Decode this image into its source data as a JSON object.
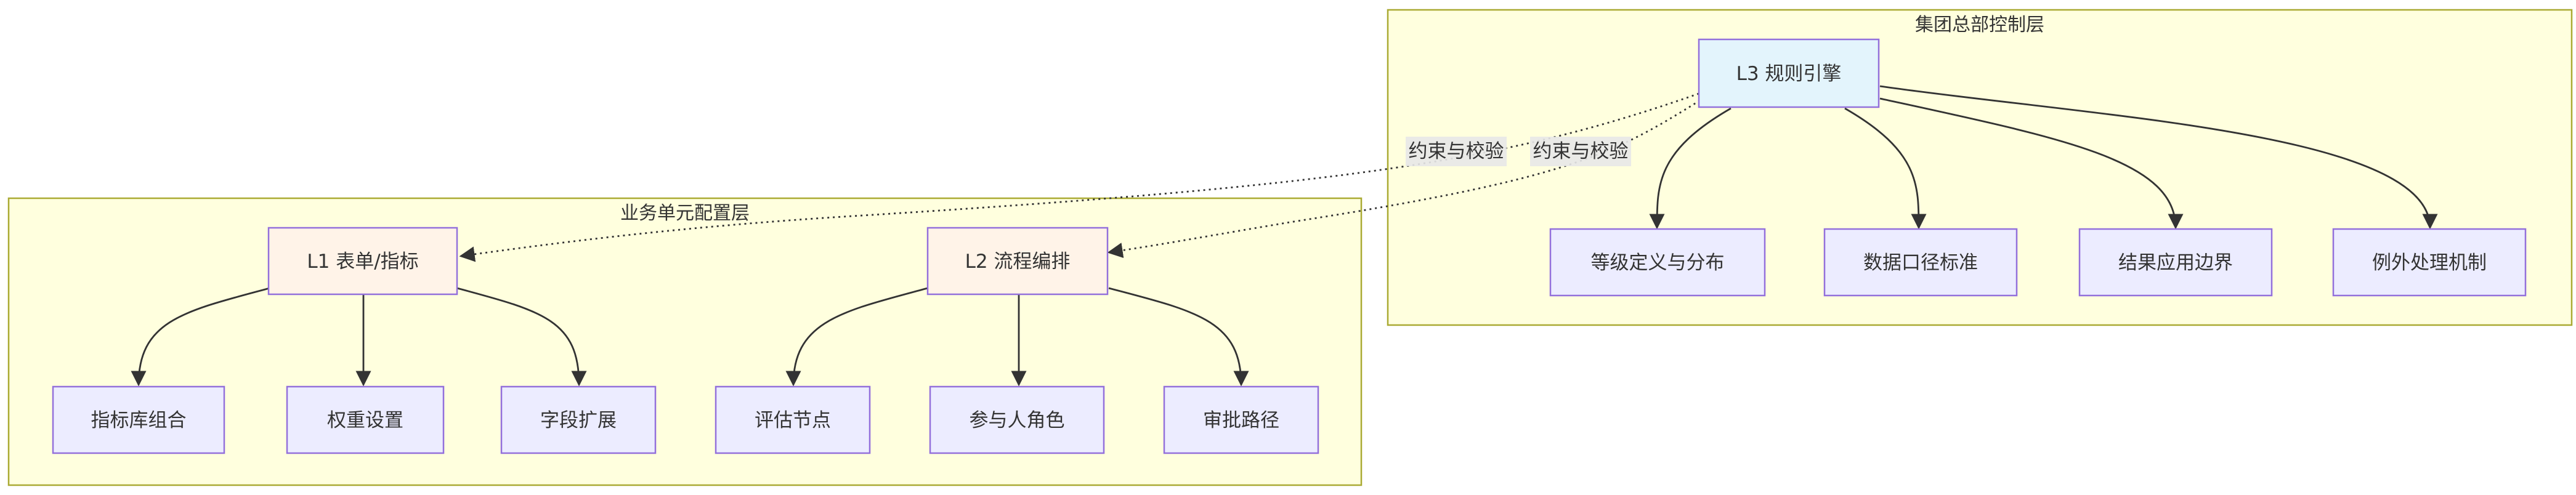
{
  "clusters": {
    "hq": {
      "title": "集团总部控制层"
    },
    "bu": {
      "title": "业务单元配置层"
    }
  },
  "nodes": {
    "l3": "L3 规则引擎",
    "grade": "等级定义与分布",
    "data_std": "数据口径标准",
    "result_bound": "结果应用边界",
    "exception": "例外处理机制",
    "l1": "L1 表单/指标",
    "l2": "L2 流程编排",
    "indicator_lib": "指标库组合",
    "weight": "权重设置",
    "field_ext": "字段扩展",
    "eval_node": "评估节点",
    "participant": "参与人角色",
    "approval": "审批路径"
  },
  "edge_labels": {
    "to_l1": "约束与校验",
    "to_l2": "约束与校验"
  },
  "colors": {
    "cluster_fill": "#ffffde",
    "cluster_stroke": "#aaaa33",
    "node_fill": "#ececff",
    "node_stroke": "#9370db",
    "l1_l2_fill": "#fff3e8",
    "l3_fill": "#e3f4fc",
    "edge": "#333333"
  }
}
